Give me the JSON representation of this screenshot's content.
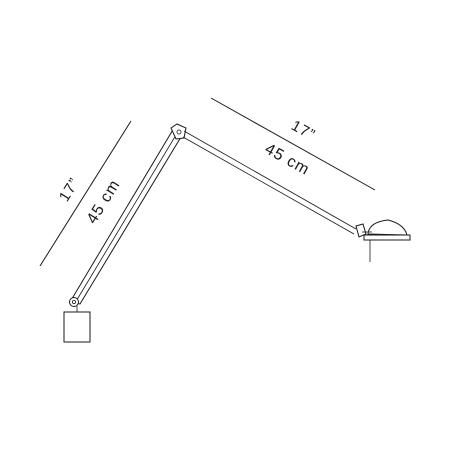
{
  "dimensions": {
    "lower_arm": {
      "inches": "17”",
      "centimeters": "45 cm"
    },
    "upper_arm": {
      "inches": "17”",
      "centimeters": "45 cm"
    }
  },
  "colors": {
    "line": "#1a1a1a",
    "background": "#ffffff"
  }
}
